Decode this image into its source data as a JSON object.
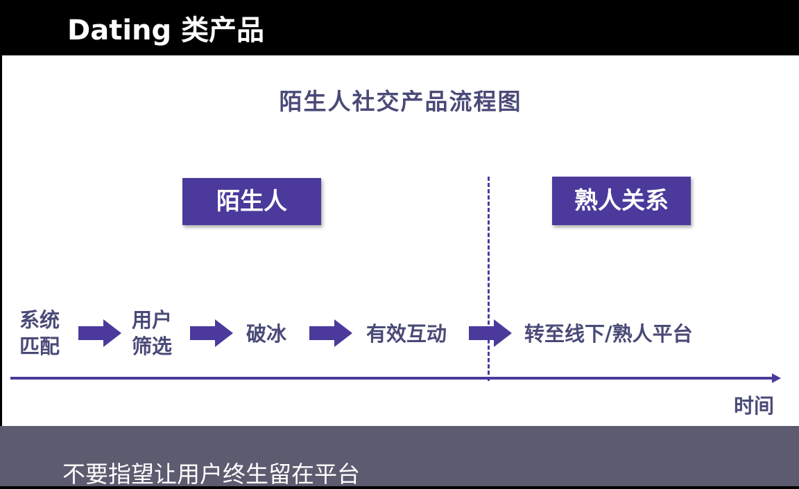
{
  "header": {
    "title": "Dating 类产品"
  },
  "diagram": {
    "title": "陌生人社交产品流程图",
    "phases": [
      "陌生人",
      "熟人关系"
    ],
    "steps": [
      {
        "line1": "系统",
        "line2": "匹配"
      },
      {
        "line1": "用户",
        "line2": "筛选"
      },
      {
        "line1": "破冰"
      },
      {
        "line1": "有效互动"
      },
      {
        "line1": "转至线下/熟人平台"
      }
    ],
    "axis_label": "时间",
    "accent_color": "#4b3a9c",
    "text_color": "#4a4a78"
  },
  "footer": {
    "caption": "不要指望让用户终生留在平台"
  }
}
